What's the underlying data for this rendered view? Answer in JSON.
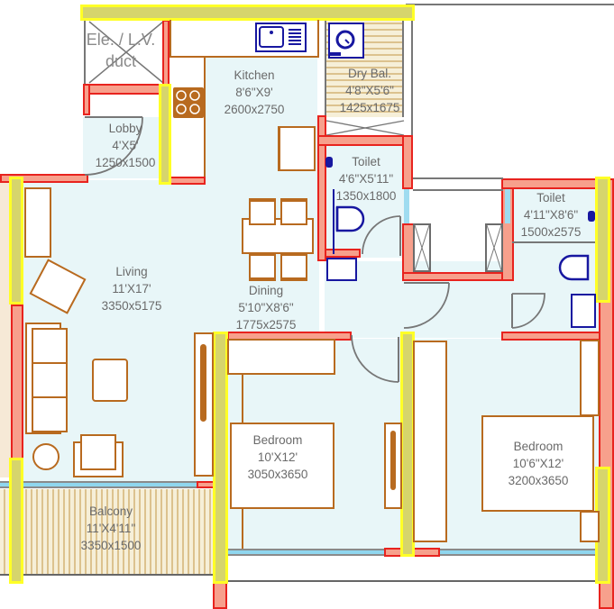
{
  "plan": {
    "colors": {
      "floor": "#e8f6f8",
      "wall_fill": "#f7a08c",
      "wall_outline": "#e8231e",
      "column_fill": "#d6d56c",
      "column_outline": "#ffff26",
      "furniture": "#b86a1f",
      "sanitary": "#1717a0",
      "balcony_slats": "#dcc28e",
      "text": "#6a6a6a"
    },
    "rooms": {
      "duct": {
        "name": "Ele. / L.V.",
        "line2": "duct"
      },
      "lobby": {
        "name": "Lobby",
        "size_ft": "4'X5'",
        "size_mm": "1250x1500"
      },
      "kitchen": {
        "name": "Kitchen",
        "size_ft": "8'6\"X9'",
        "size_mm": "2600x2750"
      },
      "dry_balcony": {
        "name": "Dry Bal.",
        "size_ft": "4'8\"X5'6\"",
        "size_mm": "1425x1675"
      },
      "toilet1": {
        "name": "Toilet",
        "size_ft": "4'6\"X5'11\"",
        "size_mm": "1350x1800"
      },
      "toilet2": {
        "name": "Toilet",
        "size_ft": "4'11\"X8'6\"",
        "size_mm": "1500x2575"
      },
      "living": {
        "name": "Living",
        "size_ft": "11'X17'",
        "size_mm": "3350x5175"
      },
      "dining": {
        "name": "Dining",
        "size_ft": "5'10\"X8'6\"",
        "size_mm": "1775x2575"
      },
      "bedroom1": {
        "name": "Bedroom",
        "size_ft": "10'X12'",
        "size_mm": "3050x3650"
      },
      "bedroom2": {
        "name": "Bedroom",
        "size_ft": "10'6\"X12'",
        "size_mm": "3200x3650"
      },
      "balcony": {
        "name": "Balcony",
        "size_ft": "11'X4'11\"",
        "size_mm": "3350x1500"
      }
    }
  }
}
